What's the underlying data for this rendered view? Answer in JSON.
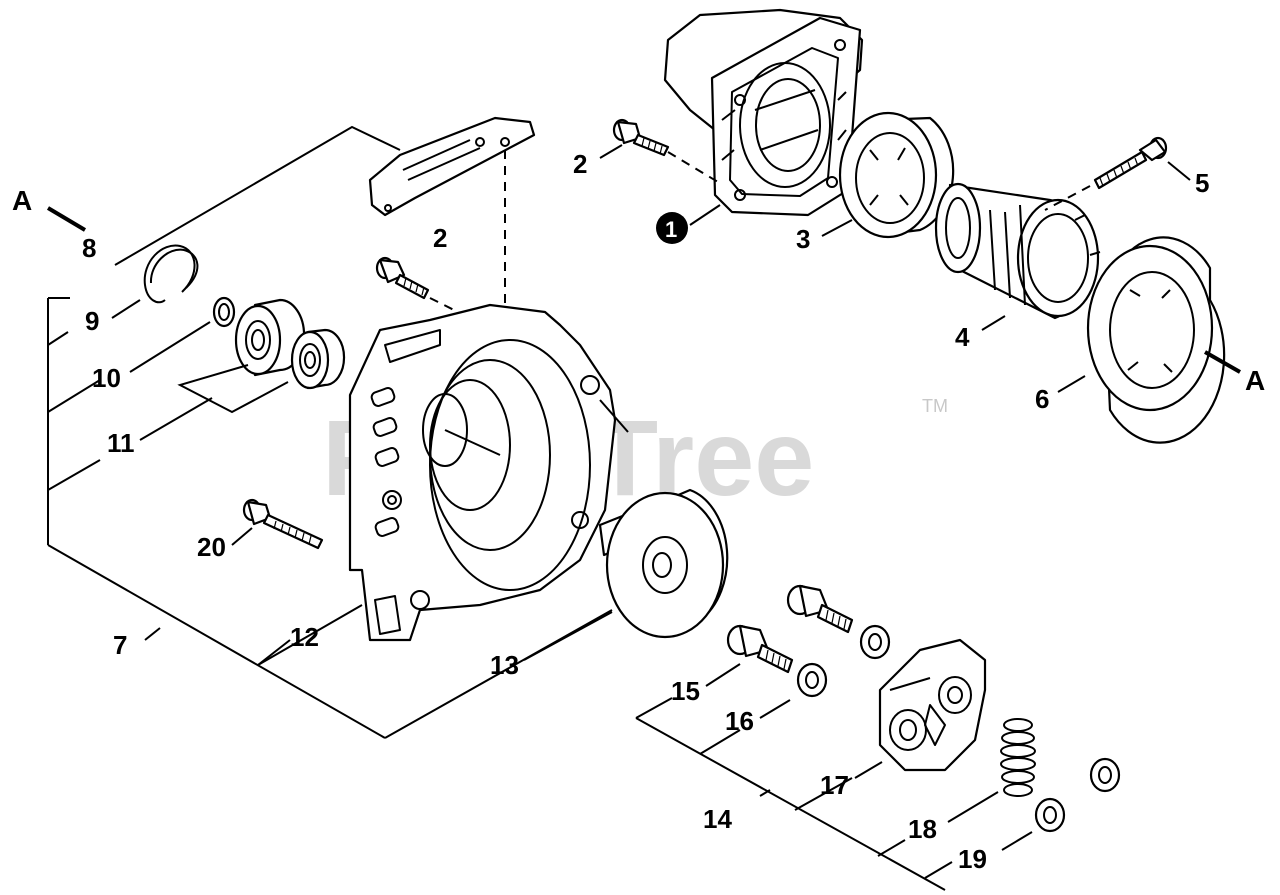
{
  "watermark": {
    "text": "PartsTree",
    "tm": "TM"
  },
  "callouts": {
    "A_left": "A",
    "A_right": "A",
    "p1": "1",
    "p2_top": "2",
    "p2_mid": "2",
    "p3": "3",
    "p4": "4",
    "p5": "5",
    "p6": "6",
    "p7": "7",
    "p8": "8",
    "p9": "9",
    "p10": "10",
    "p11": "11",
    "p12": "12",
    "p13": "13",
    "p14": "14",
    "p15": "15",
    "p16": "16",
    "p17": "17",
    "p18": "18",
    "p19": "19",
    "p20": "20"
  }
}
